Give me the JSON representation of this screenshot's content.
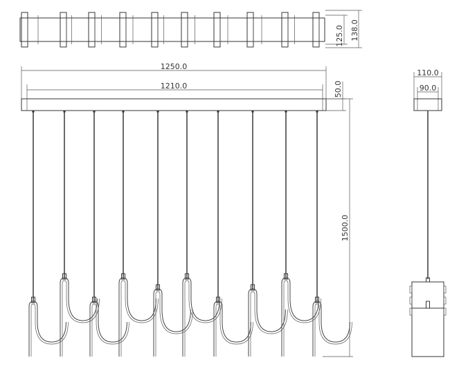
{
  "top_view": {
    "dim_inner": "125.0",
    "dim_outer": "138.0"
  },
  "front_view": {
    "dim_overall_length": "1250.0",
    "dim_inner_length": "1210.0",
    "dim_canopy_height": "50.0",
    "dim_drop_height": "1500.0",
    "pendant_count": 10
  },
  "side_view": {
    "dim_outer_width": "110.0",
    "dim_inner_width": "90.0"
  }
}
